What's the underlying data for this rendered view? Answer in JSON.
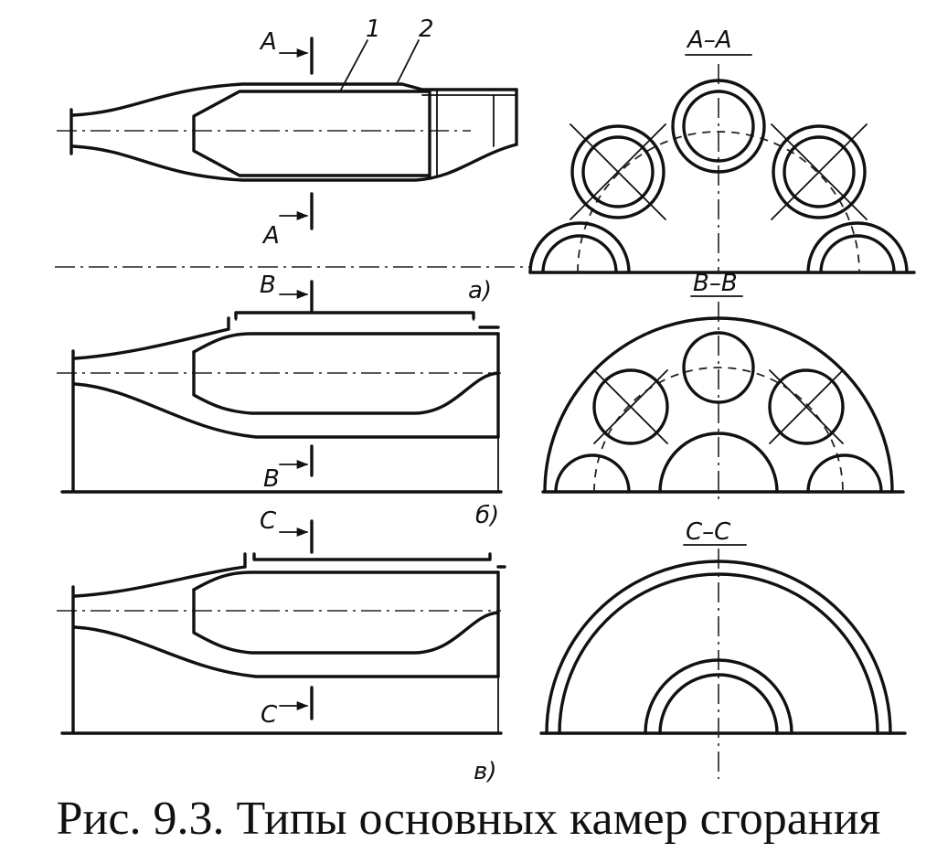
{
  "diagram": {
    "panel_a": {
      "sub_label": "а)",
      "section_label": "A–A",
      "cut_top": "A",
      "cut_bottom": "A",
      "callout_1": "1",
      "callout_2": "2"
    },
    "panel_b": {
      "sub_label": "б)",
      "section_label": "B–B",
      "cut_top": "B",
      "cut_bottom": "B"
    },
    "panel_c": {
      "sub_label": "в)",
      "section_label": "C–C",
      "cut_top": "C",
      "cut_bottom": "C"
    }
  },
  "caption": "Рис. 9.3. Типы основных камер сгорания"
}
